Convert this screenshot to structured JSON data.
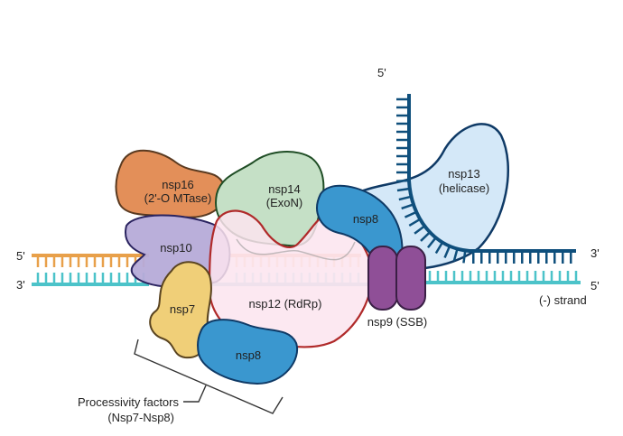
{
  "colors": {
    "plus_strand_5": "#e8a04a",
    "minus_strand": "#4cc3c9",
    "template_strand": "#0f4f7c",
    "nsp16": "#e38f59",
    "nsp14": "#c5e0c6",
    "nsp10": "#b6abd8",
    "nsp12": "#fbe4ee",
    "nsp12_border": "#b02a2a",
    "nsp8": "#3a97cf",
    "nsp7": "#f0cf78",
    "nsp9": "#8f4f97",
    "nsp13": "#d4e8f8"
  },
  "strand_labels": {
    "left_top": "5'",
    "left_bottom": "3'",
    "right_top_vertical": "5'",
    "right_top": "3'",
    "right_bottom": "5'",
    "minus_strand": "(-) strand"
  },
  "proteins": {
    "nsp16": {
      "name": "nsp16",
      "role": "(2'-O MTase)"
    },
    "nsp14": {
      "name": "nsp14",
      "role": "(ExoN)"
    },
    "nsp10": {
      "name": "nsp10"
    },
    "nsp12": {
      "name": "nsp12 (RdRp)"
    },
    "nsp8_upper": {
      "name": "nsp8"
    },
    "nsp8_lower": {
      "name": "nsp8"
    },
    "nsp7": {
      "name": "nsp7"
    },
    "nsp9": {
      "name": "nsp9 (SSB)"
    },
    "nsp13": {
      "name": "nsp13",
      "role": "(helicase)"
    }
  },
  "annotation": {
    "line1": "Processivity factors",
    "line2": "(Nsp7-Nsp8)"
  }
}
